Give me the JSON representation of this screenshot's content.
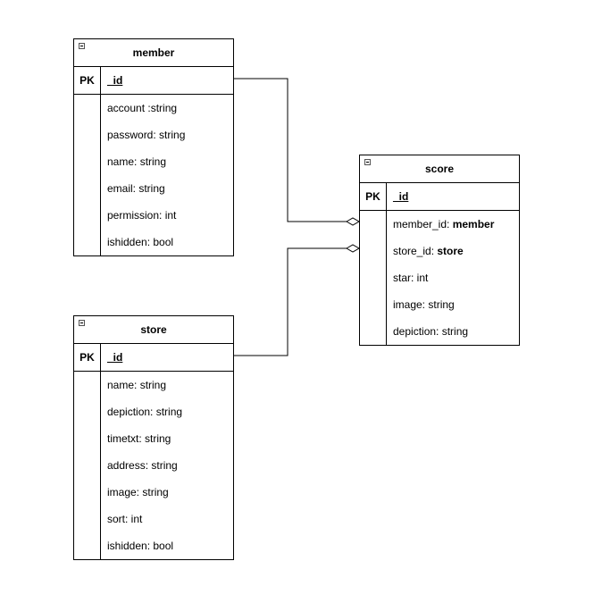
{
  "entities": {
    "member": {
      "title": "member",
      "pk_label": "PK",
      "pk_field": "_id",
      "fields": [
        {
          "name": "account :",
          "type": "string",
          "ref": false
        },
        {
          "name": "password: ",
          "type": "string",
          "ref": false
        },
        {
          "name": "name: ",
          "type": "string",
          "ref": false
        },
        {
          "name": "email: ",
          "type": "string",
          "ref": false
        },
        {
          "name": "permission: ",
          "type": "int",
          "ref": false
        },
        {
          "name": "ishidden: ",
          "type": "bool",
          "ref": false
        }
      ]
    },
    "store": {
      "title": "store",
      "pk_label": "PK",
      "pk_field": "_id",
      "fields": [
        {
          "name": "name: ",
          "type": "string",
          "ref": false
        },
        {
          "name": "depiction: ",
          "type": "string",
          "ref": false
        },
        {
          "name": "timetxt: ",
          "type": "string",
          "ref": false
        },
        {
          "name": "address: ",
          "type": "string",
          "ref": false
        },
        {
          "name": "image: ",
          "type": "string",
          "ref": false
        },
        {
          "name": "sort: ",
          "type": "int",
          "ref": false
        },
        {
          "name": "ishidden: ",
          "type": "bool",
          "ref": false
        }
      ]
    },
    "score": {
      "title": "score",
      "pk_label": "PK",
      "pk_field": "_id",
      "fields": [
        {
          "name": "member_id: ",
          "type": "member",
          "ref": true
        },
        {
          "name": "store_id: ",
          "type": "store",
          "ref": true
        },
        {
          "name": "star: ",
          "type": "int",
          "ref": false
        },
        {
          "name": "image: ",
          "type": "string",
          "ref": false
        },
        {
          "name": "depiction: ",
          "type": "string",
          "ref": false
        }
      ]
    }
  },
  "relations": [
    {
      "from": "member._id",
      "to": "score.member_id",
      "end_marker": "aggregation-diamond"
    },
    {
      "from": "store._id",
      "to": "score.store_id",
      "end_marker": "aggregation-diamond"
    }
  ]
}
